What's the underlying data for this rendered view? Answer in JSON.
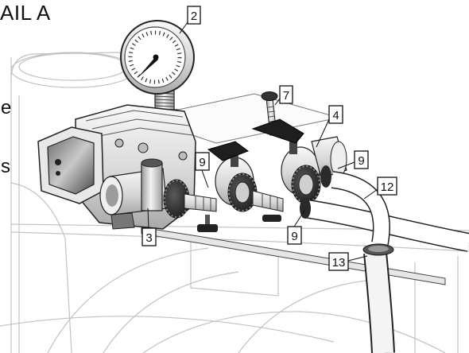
{
  "title": "AIL A",
  "edge_text": [
    "e",
    "s"
  ],
  "callouts": [
    {
      "label": "2"
    },
    {
      "label": "7"
    },
    {
      "label": "4"
    },
    {
      "label": "9"
    },
    {
      "label": "9"
    },
    {
      "label": "12"
    },
    {
      "label": "3"
    },
    {
      "label": "9"
    },
    {
      "label": "13"
    }
  ],
  "colors": {
    "ink": "#111111",
    "faint": "#c2c2c2",
    "metal_light": "#f4f4f4",
    "metal_dark": "#a6a6a6",
    "black_parts": "#262626",
    "hose": "#ffffff"
  }
}
